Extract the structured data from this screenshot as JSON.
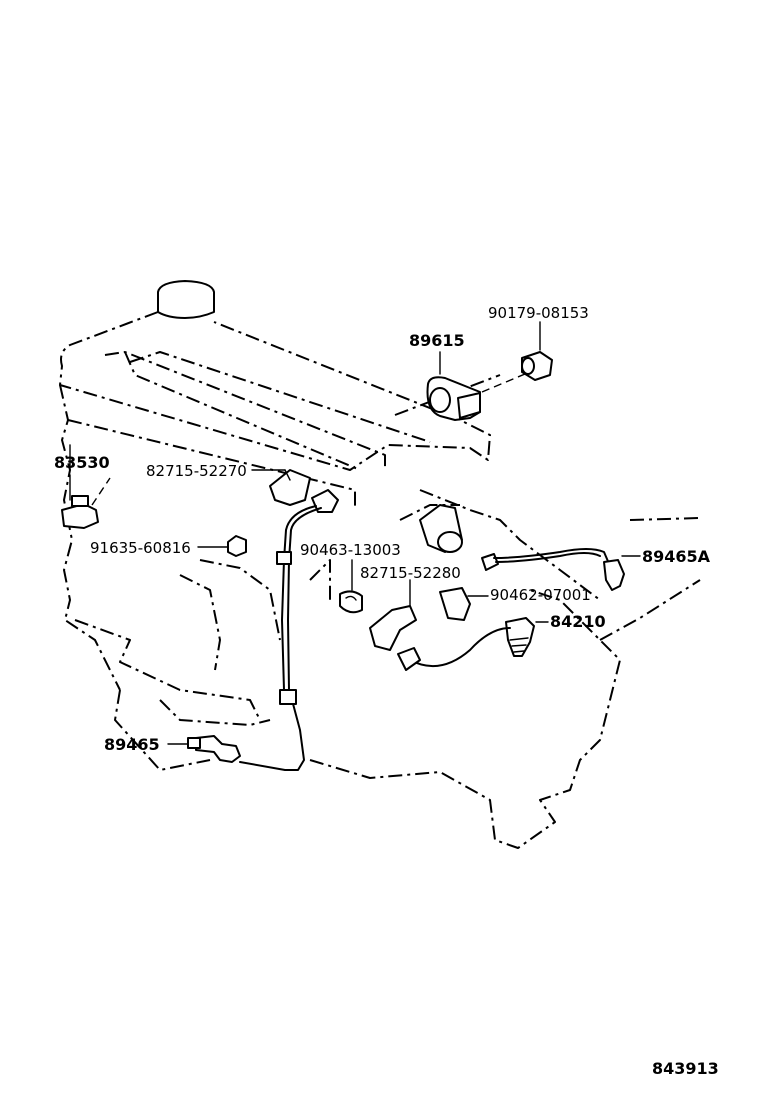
{
  "labels": {
    "p90179": "90179-08153",
    "p89615": "89615",
    "p83530": "83530",
    "p82715a": "82715-52270",
    "p91635": "91635-60816",
    "p90463": "90463-13003",
    "p89465A": "89465A",
    "p82715b": "82715-52280",
    "p90462": "90462-07001",
    "p84210": "84210",
    "p89465": "89465"
  },
  "diagram_code": "843913"
}
